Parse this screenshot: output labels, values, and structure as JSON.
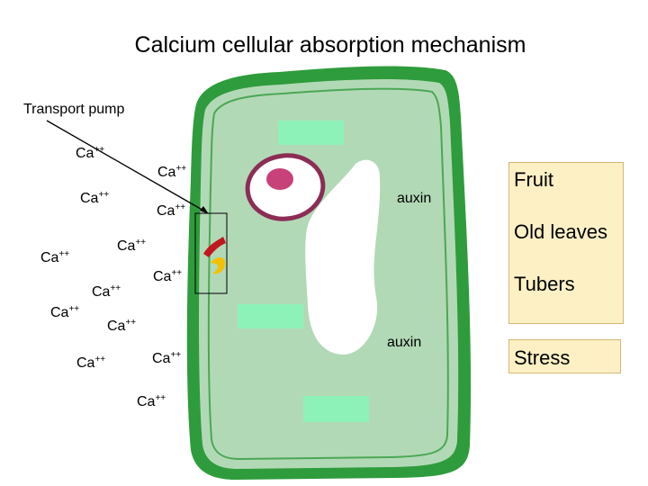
{
  "title": "Calcium cellular absorption mechanism",
  "transport_pump_label": "Transport pump",
  "ion": {
    "base": "Ca",
    "charge": "++"
  },
  "auxin_label": "auxin",
  "targets": [
    "Fruit",
    "Old leaves",
    "Tubers",
    "Stress"
  ],
  "colors": {
    "cell_wall": "#2e9c3c",
    "cytoplasm": "#b2d9b6",
    "vacuole": "#ffffff",
    "nucleus_ring": "#8b2d55",
    "nucleolus": "#c8427a",
    "organelle": "#8df2b8",
    "target_box": "#fdf0c4",
    "pump_red": "#c0171f",
    "pump_yellow": "#f5c000"
  }
}
